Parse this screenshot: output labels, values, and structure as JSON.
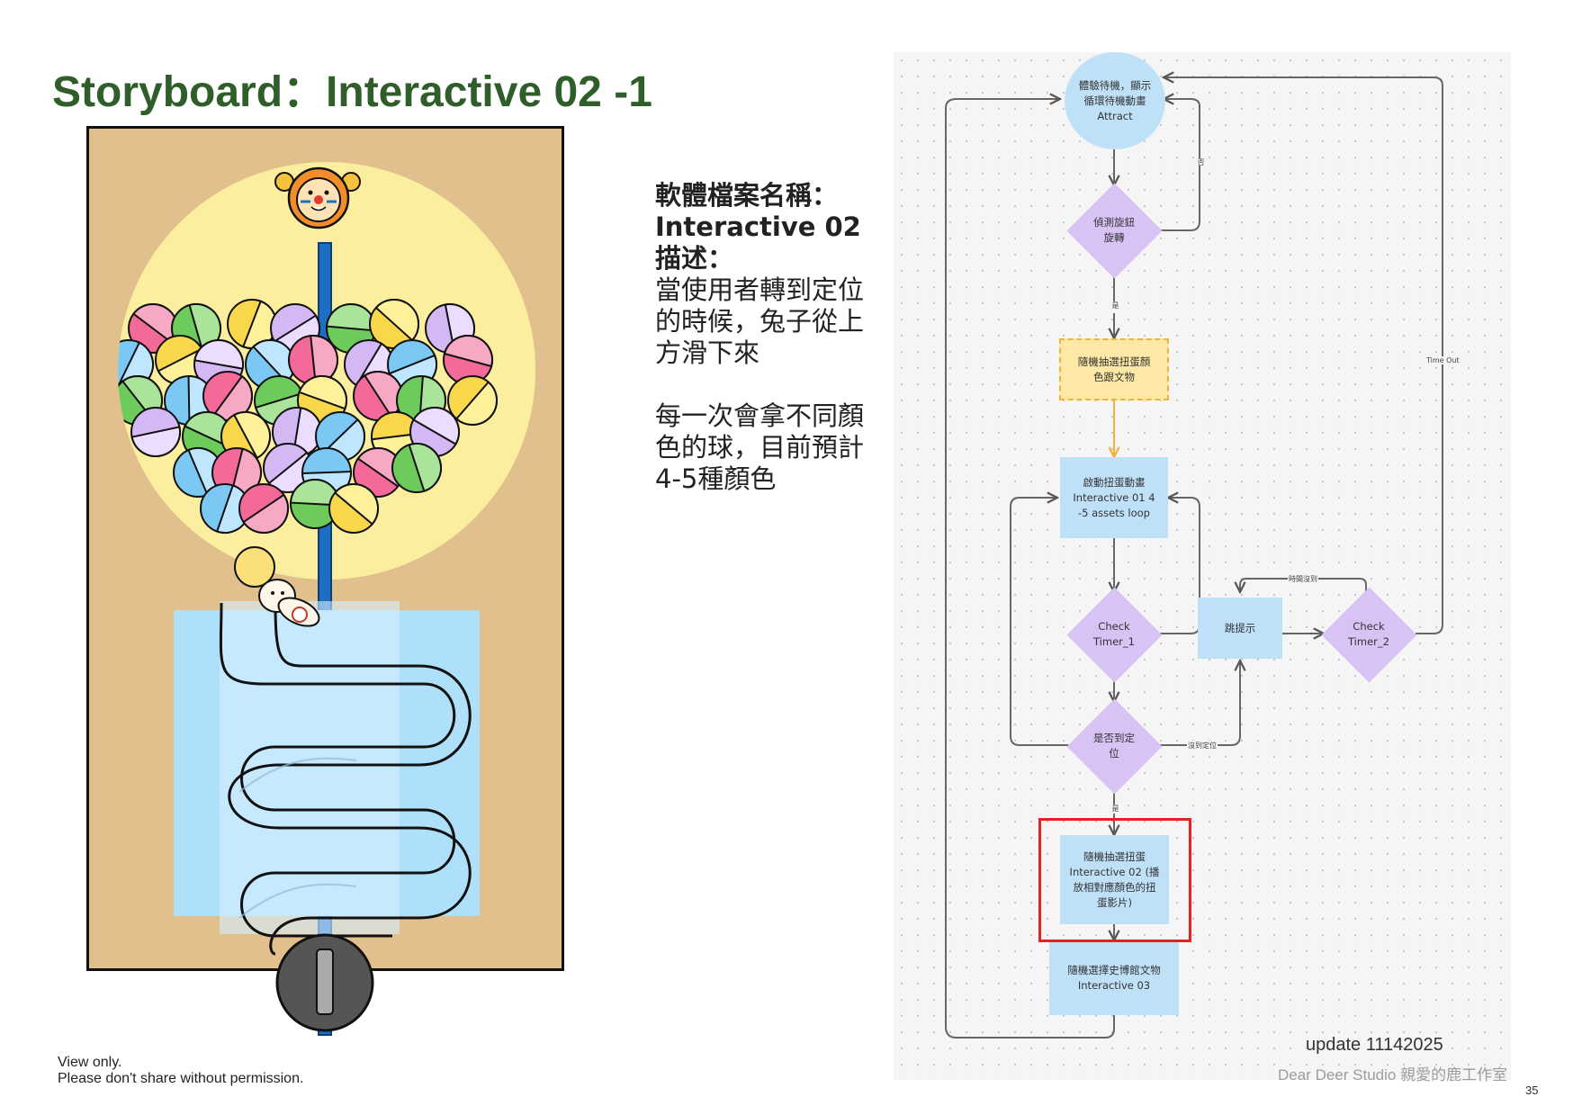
{
  "title": "Storyboard：Interactive 02 -1",
  "description": {
    "file_label": "軟體檔案名稱：",
    "file_name": "Interactive 02",
    "desc_label": "描述：",
    "para1": "當使用者轉到定位的時候，兔子從上方滑下來",
    "para2": "每一次會拿不同顏色的球，目前預計4-5種顏色"
  },
  "footer": {
    "line1": "View only.",
    "line2": "Please don't share without permission."
  },
  "page_number": "35",
  "studio": "Dear Deer Studio 親愛的鹿工作室",
  "colors": {
    "title_green": "#2f5e2a",
    "node_blue": "#bfe1f8",
    "node_purple": "#d9c2f4",
    "node_yellow": "#fde8a6",
    "highlight_red": "#e52222",
    "board_tan": "#e2c08e"
  },
  "flowchart": {
    "attract": "體驗待機，顯示循環待機動畫 Attract",
    "detect": "偵測旋鈕旋轉",
    "random_select": "隨機抽選扭蛋顏色跟文物",
    "interactive01": "啟動扭蛋動畫 Interactive 01 4 -5 assets loop",
    "check1": "Check Timer_1",
    "hint": "跳提示",
    "check2": "Check Timer_2",
    "position": "是否到定位",
    "interactive02": "隨機抽選扭蛋 Interactive 02 (播放相對應顏色的扭蛋影片)",
    "interactive03": "隨機選擇史博館文物 Interactive 03",
    "edge_no": "否",
    "edge_yes": "是",
    "edge_yes2": "是",
    "edge_timeout": "Time Out",
    "edge_time_not_reached": "時間沒到",
    "edge_not_in_position": "沒到定位",
    "update": "update 11142025"
  }
}
